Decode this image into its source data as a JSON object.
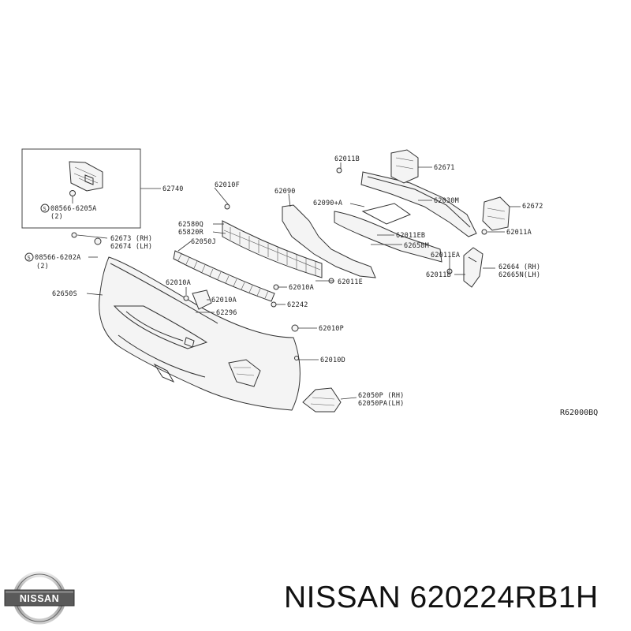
{
  "diagram": {
    "reference_code": "R62000BQ",
    "inset": {
      "box_label": "62740",
      "screw_code": "08566-6205A",
      "screw_qty": "(2)"
    },
    "parts": [
      {
        "id": "p62740",
        "text": "62740"
      },
      {
        "id": "p62010F",
        "text": "62010F"
      },
      {
        "id": "p62090",
        "text": "62090"
      },
      {
        "id": "p62011B_top",
        "text": "62011B"
      },
      {
        "id": "p62671",
        "text": "62671"
      },
      {
        "id": "p62030M",
        "text": "62030M"
      },
      {
        "id": "p62090A",
        "text": "62090+A"
      },
      {
        "id": "p62672",
        "text": "62672"
      },
      {
        "id": "p62011A",
        "text": "62011A"
      },
      {
        "id": "p62011EB",
        "text": "62011EB"
      },
      {
        "id": "p62658M",
        "text": "62658M"
      },
      {
        "id": "p62011EA",
        "text": "62011EA"
      },
      {
        "id": "p62011B_bot",
        "text": "62011B"
      },
      {
        "id": "p62664",
        "text": "62664 (RH)"
      },
      {
        "id": "p62665N",
        "text": "62665N(LH)"
      },
      {
        "id": "p62580Q",
        "text": "62580Q"
      },
      {
        "id": "p65820R",
        "text": "65820R"
      },
      {
        "id": "p62050J",
        "text": "62050J"
      },
      {
        "id": "p62673",
        "text": "62673 (RH)"
      },
      {
        "id": "p62674",
        "text": "62674 (LH)"
      },
      {
        "id": "p08566_6202A",
        "text": "08566-6202A"
      },
      {
        "id": "p08566_qty",
        "text": "(2)"
      },
      {
        "id": "p62650S",
        "text": "62650S"
      },
      {
        "id": "p62010A_1",
        "text": "62010A"
      },
      {
        "id": "p62010A_2",
        "text": "62010A"
      },
      {
        "id": "p62010A_3",
        "text": "62010A"
      },
      {
        "id": "p62011E",
        "text": "62011E"
      },
      {
        "id": "p62296",
        "text": "62296"
      },
      {
        "id": "p62242",
        "text": "62242"
      },
      {
        "id": "p62010P",
        "text": "62010P"
      },
      {
        "id": "p62010D",
        "text": "62010D"
      },
      {
        "id": "p62050P",
        "text": "62050P (RH)"
      },
      {
        "id": "p62050PA",
        "text": "62050PA(LH)"
      }
    ]
  },
  "brand": {
    "logo_text": "NISSAN",
    "caption": "NISSAN 620224RB1H"
  }
}
